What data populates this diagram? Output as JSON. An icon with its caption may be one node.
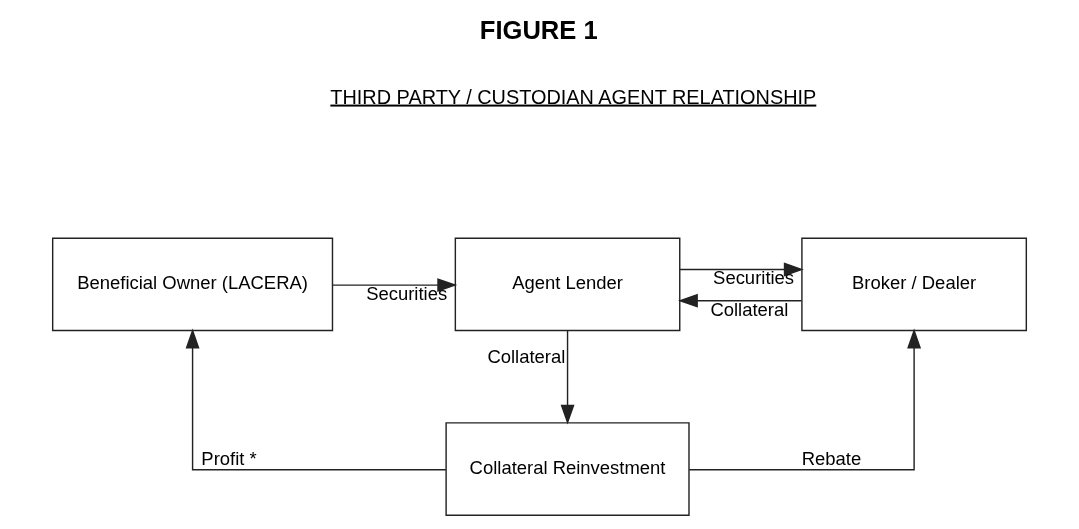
{
  "diagram": {
    "title": "FIGURE 1",
    "nodes": [
      {
        "text": [
          "Beneficial Owner (LACERA)"
        ]
      },
      {
        "text": [
          "Agent Lender"
        ]
      },
      {
        "text": [
          "Broker / Dealer"
        ]
      },
      {
        "text": [
          "Collateral Reinvestment"
        ]
      }
    ],
    "edges": [
      {
        "from": 0,
        "to": 1,
        "arrow": "to",
        "label": "Securities"
      },
      {
        "from": 1,
        "to": 2,
        "arrow": "to",
        "label": "Securities"
      },
      {
        "from": 2,
        "to": 1,
        "arrow": "to",
        "label": "Collateral"
      },
      {
        "from": 1,
        "to": 3,
        "arrow": "to",
        "label": "Collateral"
      },
      {
        "from": 3,
        "to": 0,
        "arrow": "to",
        "label": "Profit *"
      },
      {
        "from": 3,
        "to": 2,
        "arrow": "to",
        "label": "Rebate"
      }
    ],
    "labels": [
      "THIRD PARTY / CUSTODIAN AGENT RELATIONSHIP"
    ]
  }
}
